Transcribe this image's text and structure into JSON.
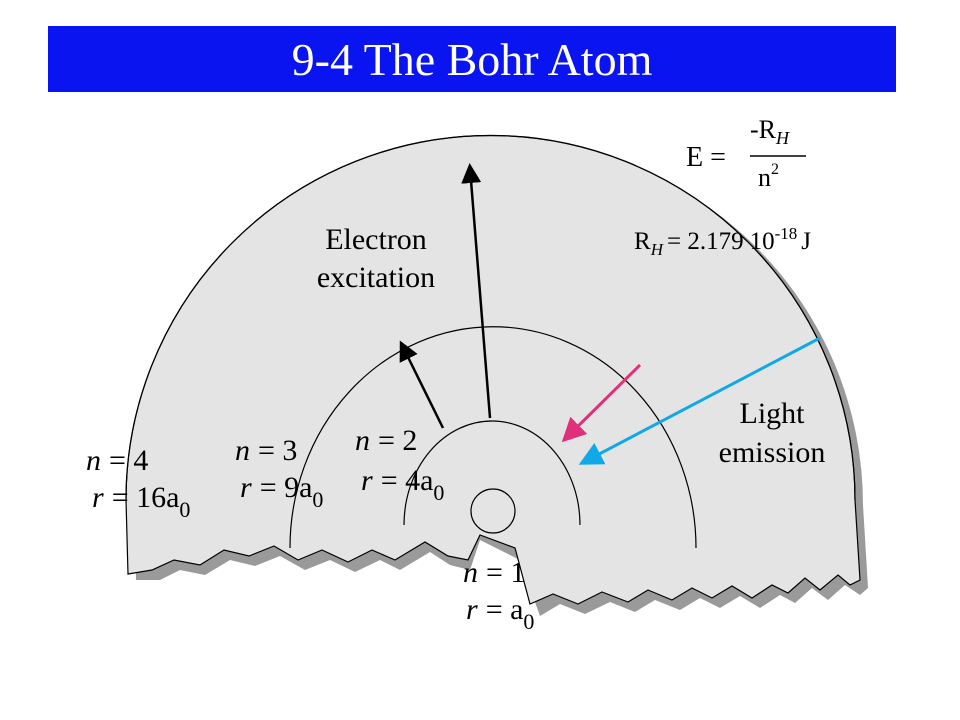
{
  "title": "9-4 The Bohr Atom",
  "colors": {
    "title_bg": "#0a14f0",
    "title_text": "#ffffff",
    "atom_fill": "#e4e4e4",
    "shadow": "#9a9a9a",
    "excitation_arrow": "#000000",
    "emission_arrow_pink": "#e0307a",
    "emission_arrow_blue": "#10a8e8"
  },
  "formula": {
    "lhs": "E =",
    "numerator": "-R",
    "numerator_sub": "H",
    "denominator": "n",
    "denominator_sup": "2"
  },
  "constant": {
    "symbol": "R",
    "symbol_sub": "H",
    "value_text": "= 2.179",
    "times_glyph": "",
    "power_base": "10",
    "power_exp": "-18",
    "unit": "J"
  },
  "labels": {
    "excitation_line1": "Electron",
    "excitation_line2": "excitation",
    "emission_line1": "Light",
    "emission_line2": "emission"
  },
  "levels": [
    {
      "n_label": "n",
      "n_value": "= 4",
      "r_label": "r",
      "r_value": "= 16a",
      "r_sub": "0"
    },
    {
      "n_label": "n",
      "n_value": "= 3",
      "r_label": "r",
      "r_value": "= 9a",
      "r_sub": "0"
    },
    {
      "n_label": "n",
      "n_value": "= 2",
      "r_label": "r",
      "r_value": "= 4a",
      "r_sub": "0"
    },
    {
      "n_label": "n",
      "n_value": "= 1",
      "r_label": "r",
      "r_value": "= a",
      "r_sub": "0"
    }
  ]
}
